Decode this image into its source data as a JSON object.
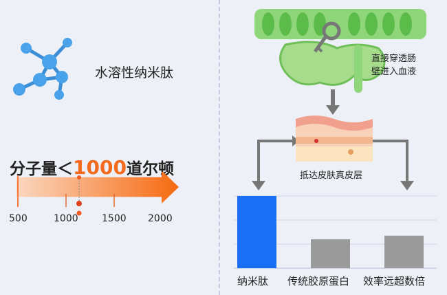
{
  "left": {
    "molecule_label": "水溶性纳米肽",
    "weight_prefix": "分子量＜",
    "weight_value": "1000",
    "weight_suffix": "道尔顿",
    "scale_ticks": [
      "500",
      "1000",
      "1500",
      "2000"
    ],
    "marker_value": 1130
  },
  "right": {
    "intestine_caption_line1": "直接穿透肠",
    "intestine_caption_line2": "壁进入血液",
    "skin_caption": "抵达皮肤真皮层"
  },
  "chart_data": {
    "type": "bar",
    "categories": [
      "纳米肽",
      "传统胶原蛋白",
      "效率远超数倍"
    ],
    "values": [
      3,
      1.2,
      1.35
    ],
    "colors": [
      "#1a6ff5",
      "#9a9a9a",
      "#9a9a9a"
    ],
    "ylim": [
      0,
      3
    ],
    "grid": true,
    "title": "",
    "xlabel": "",
    "ylabel": ""
  }
}
